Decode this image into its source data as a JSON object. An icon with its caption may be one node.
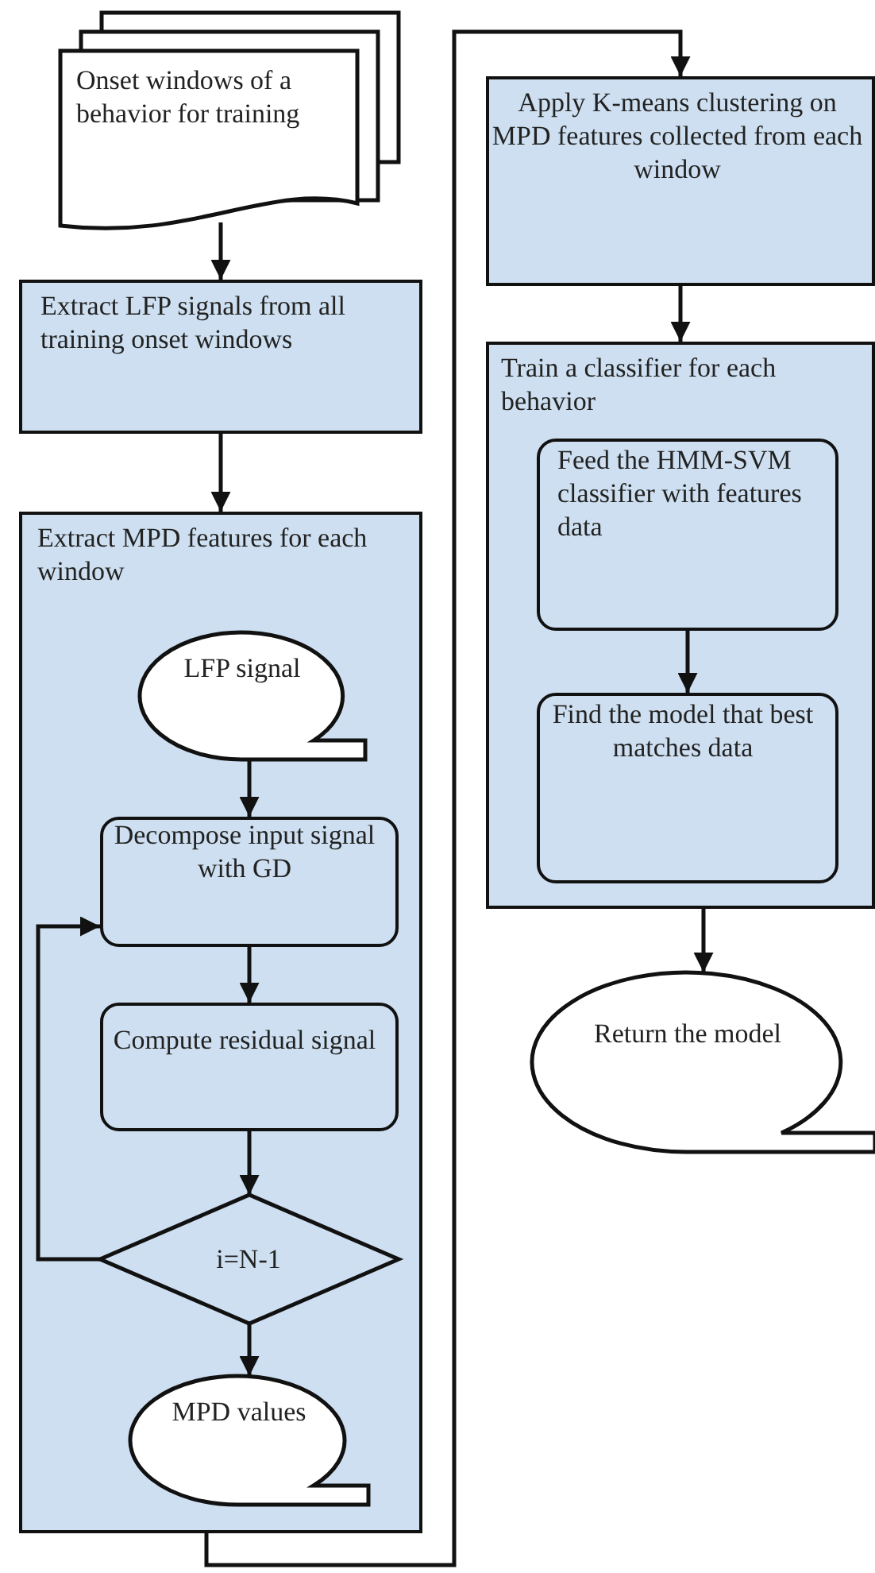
{
  "diagram": {
    "nodes": [
      {
        "text": [
          "Onset windows of a behavior for training"
        ]
      },
      {
        "text": [
          "Extract LFP signals from all training onset windows"
        ]
      },
      {
        "text": [
          "Extract MPD features for each window"
        ]
      },
      {
        "text": [
          "LFP signal"
        ],
        "in": 2
      },
      {
        "text": [
          "Decompose input signal with GD"
        ],
        "in": 2
      },
      {
        "text": [
          "Compute residual signal"
        ],
        "in": 2
      },
      {
        "text": [
          "i=N-1"
        ],
        "in": 2
      },
      {
        "text": [
          "MPD values"
        ],
        "in": 2
      },
      {
        "text": [
          "Apply K-means clustering on MPD features collected from each window"
        ]
      },
      {
        "text": [
          "Train a classifier for each behavior"
        ]
      },
      {
        "text": [
          "Feed the HMM-SVM classifier with features data"
        ],
        "in": 9
      },
      {
        "text": [
          "Find the model that best matches data"
        ],
        "in": 9
      },
      {
        "text": [
          "Return the model"
        ]
      }
    ],
    "edges": [
      {
        "from": 0,
        "to": 1,
        "arrow": "to"
      },
      {
        "from": 1,
        "to": 2,
        "arrow": "to"
      },
      {
        "from": 3,
        "to": 4,
        "arrow": "to"
      },
      {
        "from": 4,
        "to": 5,
        "arrow": "to"
      },
      {
        "from": 5,
        "to": 6,
        "arrow": "to"
      },
      {
        "from": 6,
        "to": 4,
        "arrow": "to"
      },
      {
        "from": 6,
        "to": 7,
        "arrow": "to"
      },
      {
        "from": 2,
        "to": 8,
        "arrow": "to"
      },
      {
        "from": 8,
        "to": 9,
        "arrow": "to"
      },
      {
        "from": 10,
        "to": 11,
        "arrow": "to"
      },
      {
        "from": 9,
        "to": 12,
        "arrow": "to"
      }
    ]
  }
}
